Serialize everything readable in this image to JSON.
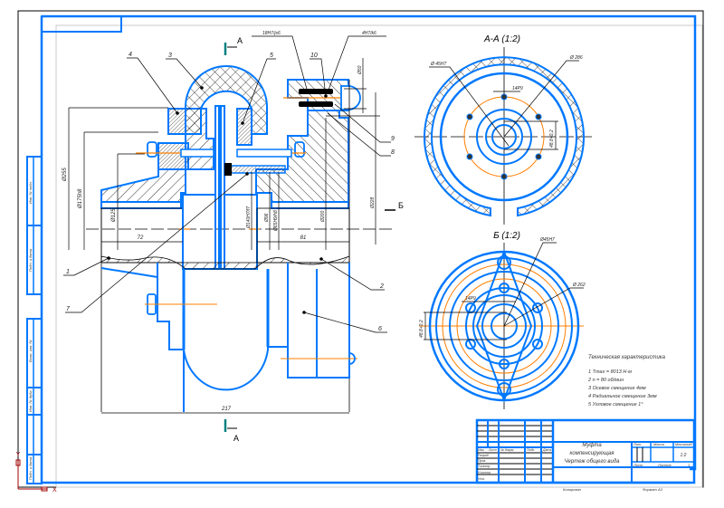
{
  "drawing": {
    "title_lines": [
      "Муфта",
      "компенсирующая",
      "Чертеж общего вида"
    ],
    "sheet": {
      "header_lit": "Лит.",
      "header_mass": "Масса",
      "header_scale": "Масштаб",
      "scale_value": "1:2",
      "sheet_label": "Лист",
      "sheets_label": "Листов",
      "sheets_count": "1"
    },
    "bottom_labels": {
      "copied": "Копировал",
      "format": "Формат A3"
    },
    "left_stamp_rows": [
      "Изм.",
      "Лист",
      "№ докум.",
      "Подп.",
      "Дата"
    ],
    "left_stamp_rows2": [
      "Разраб.",
      "Пров.",
      "Т.контр.",
      "Н.контр.",
      "Утв."
    ],
    "side_stamp_labels": [
      "Инв. № подл.",
      "Подп. и дата",
      "Взам. инв. №",
      "Инв. № дубл.",
      "Подп. и дата"
    ],
    "colors": {
      "outline": "#0078ff",
      "hatch": "#000000",
      "axis": "#ff7f00",
      "section_mark": "#008080",
      "ucs": "#a00000",
      "frame": "#000000",
      "inner_frame": "#c8c8c8"
    }
  },
  "main_view": {
    "section_label_top": "А",
    "section_label_bottom": "А",
    "section_label_right": "Б",
    "leaders": [
      "1",
      "2",
      "3",
      "4",
      "5",
      "6",
      "7",
      "8",
      "9",
      "10"
    ],
    "fit_labels": [
      "18H7/js6",
      "4H7/k6"
    ],
    "dims": {
      "d1": "Ø255",
      "d2": "Ø175h8",
      "d3": "Ø125",
      "d4": "Ø140H7/f7",
      "d5": "Ø96",
      "d6": "Ø65H9/h8",
      "d7": "Ø200",
      "d8": "Ø228",
      "d9": "Ø50",
      "len_left": "72",
      "len_right": "81",
      "len_total": "217"
    }
  },
  "section_aa": {
    "title": "А-А (1:2)",
    "dims": {
      "dia_left": "Ø 45H7",
      "dia_right": "Ø 286",
      "key_width": "14P9",
      "key_depth": "48,8+0,2"
    }
  },
  "section_bb": {
    "title": "Б (1:2)",
    "dims": {
      "dia_top": "Ø45H7",
      "dia_right": "Ø 262",
      "key_width": "14P9",
      "key_depth": "48,8+0,2"
    }
  },
  "notes": {
    "title": "Техническая характеристика",
    "items": [
      "1  Tmax = 8013 Н·м",
      "2  n = 80 об/мин",
      "3  Осевое смещение 4мм",
      "4  Радиальное смещение 3мм",
      "5  Угловое смещение 1°"
    ]
  },
  "ucs": {
    "x_label": "X",
    "y_label": "Y"
  }
}
